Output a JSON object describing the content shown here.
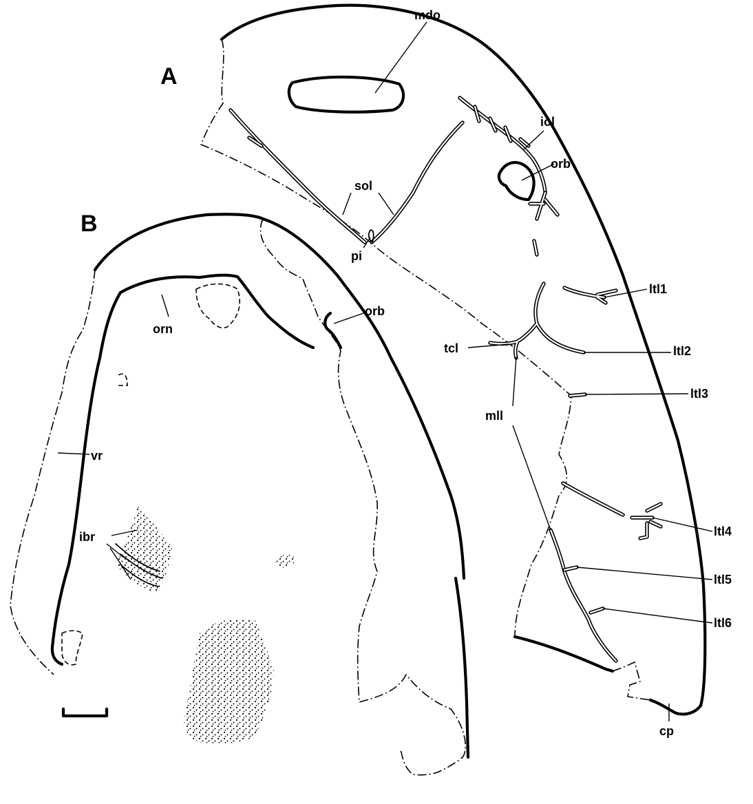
{
  "figure": {
    "panels": {
      "a": "A",
      "b": "B"
    },
    "labels": {
      "mdo": "mdo",
      "iol": "iol",
      "orb_a": "orb",
      "sol": "sol",
      "pi": "pi",
      "ltl1": "ltl1",
      "ltl2": "ltl2",
      "ltl3": "ltl3",
      "tcl": "tcl",
      "mll": "mll",
      "ltl4": "ltl4",
      "ltl5": "ltl5",
      "ltl6": "ltl6",
      "cp": "cp",
      "orn": "orn",
      "orb_b": "orb",
      "vr": "vr",
      "ibr": "ibr"
    },
    "colors": {
      "ink": "#000000",
      "background": "#ffffff"
    }
  }
}
